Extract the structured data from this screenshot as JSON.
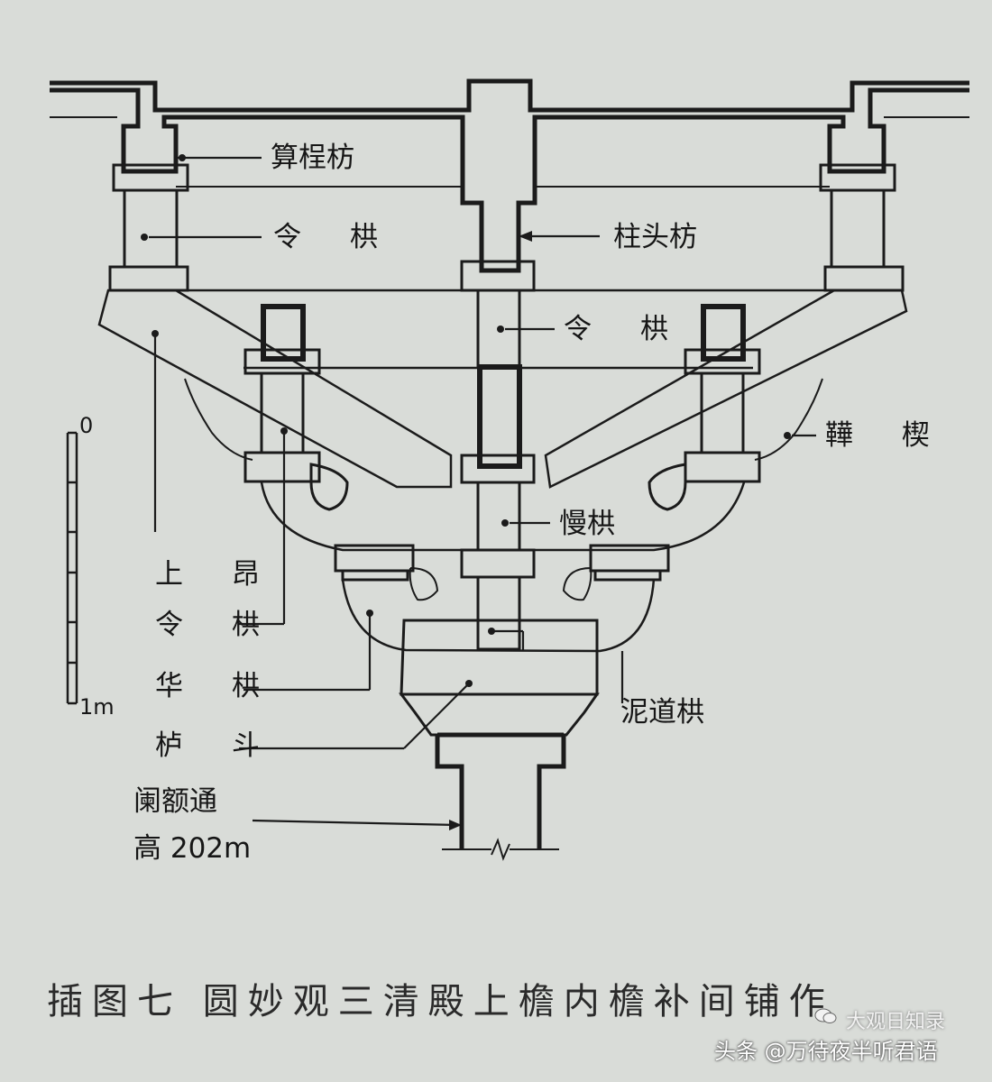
{
  "labels": {
    "suan_cheng_fang": "算桯枋",
    "ling_gong_top": "令 栱",
    "zhu_tou_fang": "柱头枋",
    "ling_gong_center": "令 栱",
    "shua_tou": "鞾 楔",
    "man_gong": "慢栱",
    "shang_ang": "上 昂",
    "ling_gong_left": "令 栱",
    "hua_gong": "华 栱",
    "lu_dou": "栌 斗",
    "ni_dao_gong": "泥道栱",
    "lan_e_1": "阑额通",
    "lan_e_2": "高 202m"
  },
  "scale": {
    "zero": "0",
    "one": "1m"
  },
  "caption": "插图七  圆妙观三清殿上檐内檐补间铺作",
  "watermark": {
    "line1": "大观日知录",
    "line2": "头条 @万待夜半听君语"
  }
}
